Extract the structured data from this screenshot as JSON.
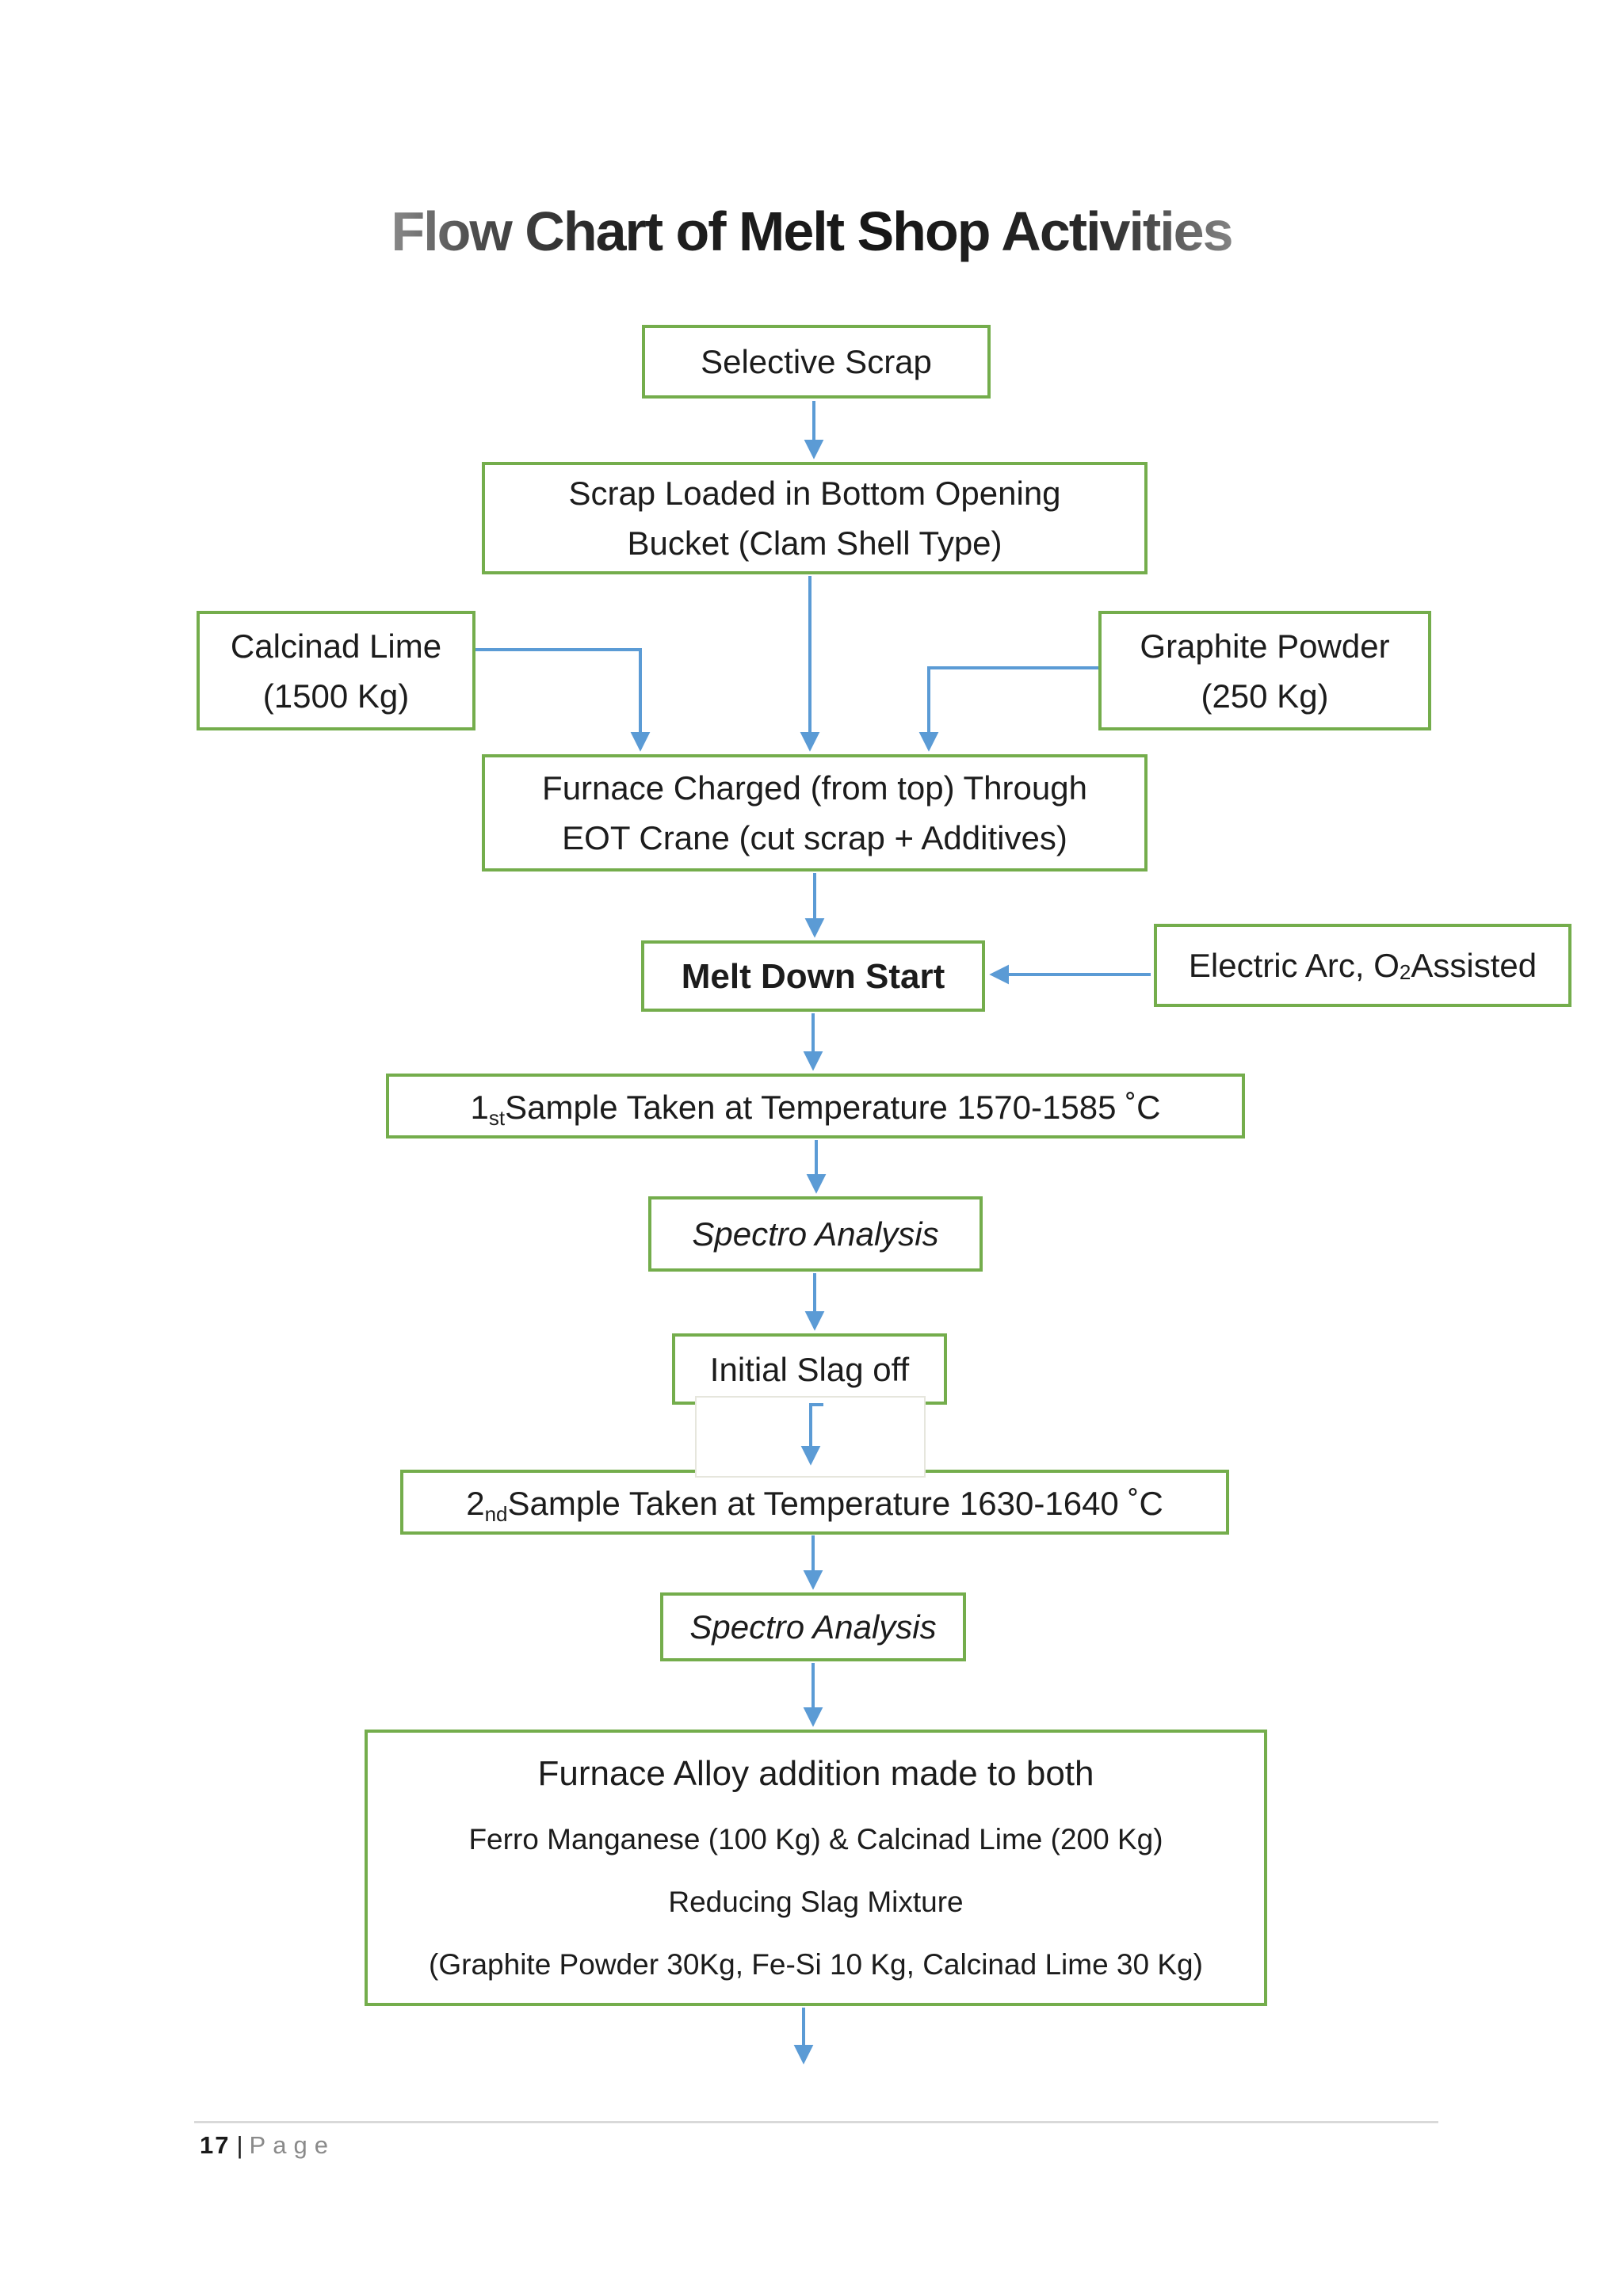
{
  "page": {
    "title": "Flow Chart of Melt Shop Activities",
    "footer": {
      "page_number": "17",
      "separator": "|",
      "label": "Page"
    }
  },
  "colors": {
    "box_border_green": "#74ad4c",
    "arrow_blue": "#5b9bd5",
    "overlay_border": "#e6e6dd",
    "footer_rule": "#d9d9d9",
    "footer_label_gray": "#8a8a8a"
  },
  "nodes": {
    "selective_scrap": {
      "line1": "Selective Scrap"
    },
    "scrap_loaded": {
      "line1": "Scrap Loaded in Bottom Opening",
      "line2": "Bucket (Clam Shell Type)"
    },
    "calcinad_lime": {
      "line1": "Calcinad Lime",
      "line2": "(1500 Kg)"
    },
    "graphite_powder": {
      "line1": "Graphite Powder",
      "line2": "(250 Kg)"
    },
    "furnace_charged": {
      "line1": "Furnace Charged (from top) Through",
      "line2": "EOT Crane (cut scrap + Additives)"
    },
    "melt_down_start": {
      "line1": "Melt Down Start"
    },
    "electric_arc": {
      "pre": "Electric Arc, O",
      "sub": "2",
      "post": " Assisted"
    },
    "sample1": {
      "num": "1",
      "ord": "st",
      "rest": " Sample Taken at Temperature 1570-1585 ˚C"
    },
    "spectro1": {
      "line1": "Spectro Analysis"
    },
    "initial_slag": {
      "line1": "Initial Slag off"
    },
    "sample2": {
      "num": "2",
      "ord": "nd",
      "rest": " Sample Taken at Temperature 1630-1640 ˚C"
    },
    "spectro2": {
      "line1": "Spectro Analysis"
    },
    "furnace_alloy": {
      "line1": "Furnace Alloy addition made to both",
      "line2": "Ferro Manganese (100 Kg) & Calcinad Lime (200 Kg)",
      "line3": "Reducing Slag Mixture",
      "line4": "(Graphite Powder 30Kg, Fe-Si 10 Kg, Calcinad Lime 30 Kg)"
    }
  }
}
